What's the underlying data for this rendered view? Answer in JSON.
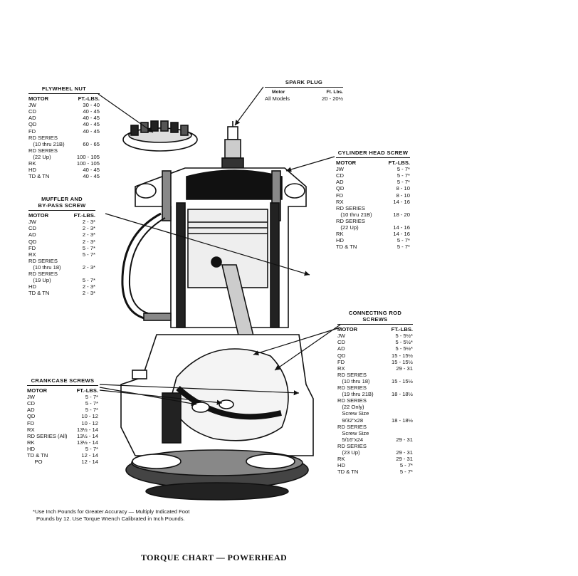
{
  "flywheel_nut": {
    "title": "FLYWHEEL NUT",
    "header_motor": "MOTOR",
    "header_value": "FT.-LBS.",
    "rows": [
      {
        "motor": "JW",
        "value": "30 - 40"
      },
      {
        "motor": "CD",
        "value": "40 - 45"
      },
      {
        "motor": "AD",
        "value": "40 - 45"
      },
      {
        "motor": "QD",
        "value": "40 - 45"
      },
      {
        "motor": "FD",
        "value": "40 - 45"
      },
      {
        "motor": "RD SERIES",
        "value": ""
      },
      {
        "motor": "   (10 thru 21B)",
        "value": "60 - 65"
      },
      {
        "motor": "RD SERIES",
        "value": ""
      },
      {
        "motor": "   (22 Up)",
        "value": "100 - 105"
      },
      {
        "motor": "RK",
        "value": "100 - 105"
      },
      {
        "motor": "HD",
        "value": "40 - 45"
      },
      {
        "motor": "TD & TN",
        "value": "40 - 45"
      }
    ]
  },
  "spark_plug": {
    "title": "SPARK PLUG",
    "header_motor": "Motor",
    "header_value": "Ft. Lbs.",
    "rows": [
      {
        "motor": "All Models",
        "value": "20 - 20½"
      }
    ]
  },
  "cylinder_head": {
    "title": "CYLINDER HEAD SCREW",
    "header_motor": "MOTOR",
    "header_value": "FT.-LBS.",
    "rows": [
      {
        "motor": "JW",
        "value": "5 - 7*"
      },
      {
        "motor": "CD",
        "value": "5 - 7*"
      },
      {
        "motor": "AD",
        "value": "5 - 7*"
      },
      {
        "motor": "QD",
        "value": "8 - 10"
      },
      {
        "motor": "FD",
        "value": "8 - 10"
      },
      {
        "motor": "RX",
        "value": "14 - 16"
      },
      {
        "motor": "RD SERIES",
        "value": ""
      },
      {
        "motor": "   (10 thru 21B)",
        "value": "18 - 20"
      },
      {
        "motor": "RD SERIES",
        "value": ""
      },
      {
        "motor": "   (22 Up)",
        "value": "14 - 16"
      },
      {
        "motor": "RK",
        "value": "14 - 16"
      },
      {
        "motor": "HD",
        "value": "5 - 7*"
      },
      {
        "motor": "TD & TN",
        "value": "5 - 7*"
      }
    ]
  },
  "muffler": {
    "title_line1": "MUFFLER AND",
    "title_line2": "BY-PASS SCREW",
    "header_motor": "MOTOR",
    "header_value": "FT.-LBS.",
    "rows": [
      {
        "motor": "JW",
        "value": "2 - 3*"
      },
      {
        "motor": "CD",
        "value": "2 - 3*"
      },
      {
        "motor": "AD",
        "value": "2 - 3*"
      },
      {
        "motor": "QD",
        "value": "2 - 3*"
      },
      {
        "motor": "FD",
        "value": "5 - 7*"
      },
      {
        "motor": "RX",
        "value": "5 - 7*"
      },
      {
        "motor": "RD SERIES",
        "value": ""
      },
      {
        "motor": "   (10 thru 18)",
        "value": "2 - 3*"
      },
      {
        "motor": "RD SERIES",
        "value": ""
      },
      {
        "motor": "   (19 Up)",
        "value": "5 - 7*"
      },
      {
        "motor": "HD",
        "value": "2 - 3*"
      },
      {
        "motor": "TD & TN",
        "value": "2 - 3*"
      }
    ]
  },
  "connecting_rod": {
    "title_line1": "CONNECTING ROD",
    "title_line2": "SCREWS",
    "header_motor": "MOTOR",
    "header_value": "FT.-LBS.",
    "rows": [
      {
        "motor": "JW",
        "value": "5 - 5½*"
      },
      {
        "motor": "CD",
        "value": "5 - 5½*"
      },
      {
        "motor": "AD",
        "value": "5 - 5½*"
      },
      {
        "motor": "QD",
        "value": "15 - 15½"
      },
      {
        "motor": "FD",
        "value": "15 - 15½"
      },
      {
        "motor": "RX",
        "value": "29 - 31"
      },
      {
        "motor": "RD SERIES",
        "value": ""
      },
      {
        "motor": "   (10 thru 18)",
        "value": "15 - 15½"
      },
      {
        "motor": "RD SERIES",
        "value": ""
      },
      {
        "motor": "   (19 thru 21B)",
        "value": "18 - 18½"
      },
      {
        "motor": "RD SERIES",
        "value": ""
      },
      {
        "motor": "   (22 Only)",
        "value": ""
      },
      {
        "motor": "   Screw Size",
        "value": ""
      },
      {
        "motor": "   9/32\"x28",
        "value": "18 - 18½"
      },
      {
        "motor": "RD SERIES",
        "value": ""
      },
      {
        "motor": "   Screw Size",
        "value": ""
      },
      {
        "motor": "   5/16\"x24",
        "value": "29 - 31"
      },
      {
        "motor": "RD SERIES",
        "value": ""
      },
      {
        "motor": "   (23 Up)",
        "value": "29 - 31"
      },
      {
        "motor": "RK",
        "value": "29 - 31"
      },
      {
        "motor": "HD",
        "value": "5 - 7*"
      },
      {
        "motor": "TD & TN",
        "value": "5 - 7*"
      }
    ]
  },
  "crankcase": {
    "title": "CRANKCASE SCREWS",
    "header_motor": "MOTOR",
    "header_value": "FT.-LBS.",
    "rows": [
      {
        "motor": "JW",
        "value": "5 - 7*"
      },
      {
        "motor": "CD",
        "value": "5 - 7*"
      },
      {
        "motor": "AD",
        "value": "5 - 7*"
      },
      {
        "motor": "QD",
        "value": "10 - 12"
      },
      {
        "motor": "FD",
        "value": "10 - 12"
      },
      {
        "motor": "RX",
        "value": "13½ - 14"
      },
      {
        "motor": "RD SERIES (All)",
        "value": "13½ - 14"
      },
      {
        "motor": "RK",
        "value": "13½ - 14"
      },
      {
        "motor": "HD",
        "value": "5 - 7*"
      },
      {
        "motor": "TD & TN",
        "value": "12 - 14"
      },
      {
        "motor": "",
        "value": ""
      },
      {
        "motor": "     PO",
        "value": "12 - 14"
      }
    ]
  },
  "footnote": {
    "line1": "*Use Inch Pounds for Greater Accuracy — Multiply Indicated Foot",
    "line2": "Pounds by 12.  Use Torque Wrench Calibrated in Inch Pounds."
  },
  "caption": "TORQUE CHART — POWERHEAD",
  "colors": {
    "ink": "#111111",
    "paper": "#ffffff",
    "shade": "#444444"
  }
}
